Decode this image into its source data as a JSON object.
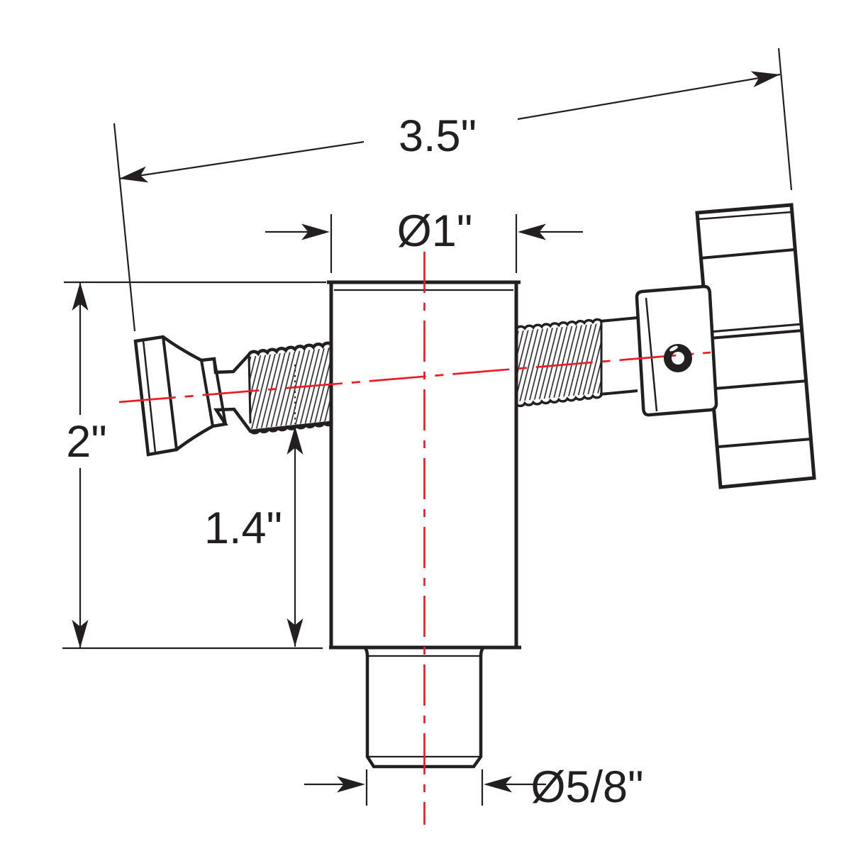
{
  "drawing": {
    "type": "technical-dimension-drawing",
    "dimensions": {
      "overall_length": "3.5\"",
      "body_diameter": "Ø1\"",
      "overall_height": "2\"",
      "axis_height": "1.4\"",
      "stud_diameter": "Ø5/8\""
    }
  },
  "colors": {
    "line": "#231f20",
    "centerline": "#ed1c24",
    "hatch": "#2e2e2e",
    "background": "#ffffff"
  }
}
